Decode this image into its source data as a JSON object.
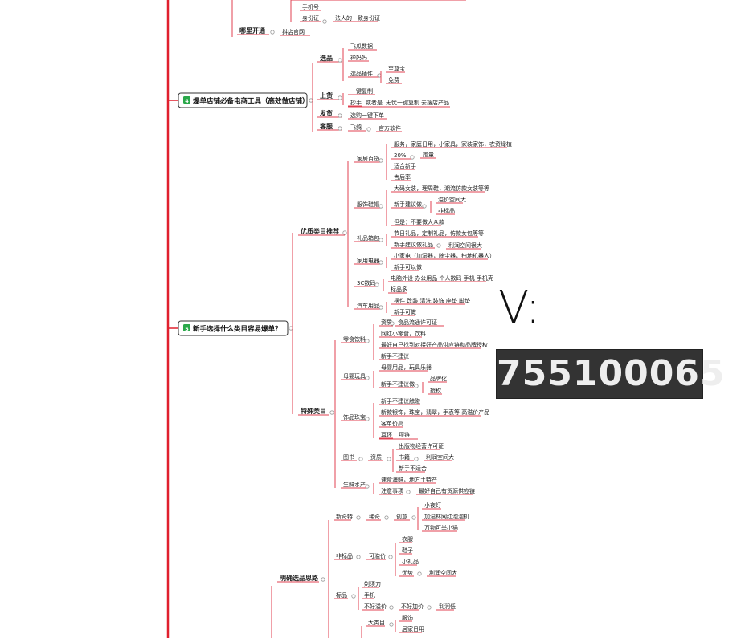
{
  "trunk_color": "#e0202e",
  "line_color": "#e04050",
  "branch_badge_color": "#2aa84a",
  "top": {
    "leaves": [
      "手机号",
      "身份证",
      "法人的一致身份证"
    ],
    "where": "哪里开通",
    "where_val": "抖店官网"
  },
  "section4": {
    "badge": "4",
    "title": "爆单店铺必备电商工具（高效做店铺）",
    "xuanpin": "选品",
    "feigua": "飞瓜数据",
    "chanmama": "禅妈妈",
    "plugin": "选品插件",
    "zhizun": "至尊宝",
    "mianfei": "免费",
    "shanghuo": "上货",
    "yijian": "一键复制",
    "chaoshou": "抄手",
    "huozhe": "或者是",
    "wuyou": "无忧一键复制",
    "qusou": "去搜店产品",
    "fahuo": "发货",
    "xuanhuo": "选购一键下单",
    "kefu": "客服",
    "feige": "飞鸽",
    "guanfang": "官方软件"
  },
  "section5": {
    "badge": "5",
    "title": "新手选择什么类目容易爆单？",
    "youzhi": "优质类目推荐",
    "jiaju": "家居百货",
    "j1": "服务，家庭日用，小家具，家装家饰，农资绿植",
    "j2": "20%",
    "j2b": "跑量",
    "j3": "适合新手",
    "j4": "售后率",
    "fushi": "服饰鞋帽",
    "f1": "大码女装，理周鞋，潮流仿款女装等等",
    "f2": "新手建议做",
    "f2a": "溢价空间大",
    "f2b": "非标品",
    "f3": "但是：不要做大众款",
    "lipin": "礼品箱包",
    "l1": "节日礼品，定制礼品，仿款女包等等",
    "l2": "新手建议做礼品",
    "l2b": "利润空间很大",
    "jiayong": "家用电器",
    "d1": "小家电（加湿器，除尘器，扫地机器人）",
    "d2": "新手可以做",
    "shuma": "3C数码",
    "s1": "电脑外设 办公用品 个人数码 手机 手机壳",
    "s2": "标品多",
    "qiche": "汽车用品",
    "q1": "摆件 改装 清洗 装饰 座垫 脚垫",
    "q2": "新手可做",
    "teshu": "特殊类目",
    "lingshi": "零食饮料",
    "ls1": "资质",
    "ls1b": "食品流通许可证",
    "ls2": "网红小零食，饮料",
    "ls3": "最好自己找到对接好产品供应链和品牌授权",
    "ls4": "新手不建议",
    "muying": "母婴玩具",
    "m1": "母婴用品，玩具乐器",
    "m2": "新手不建议做",
    "m2a": "品牌化",
    "m2b": "授权",
    "shipin": "饰品珠宝",
    "sp1": "新手不建议触碰",
    "sp2": "新款银饰，珠宝，翡翠，手表等 高溢价产品",
    "sp3": "客单价高",
    "sp4": "耳环",
    "sp4b": "项链",
    "tushu": "图书",
    "ts1": "资质",
    "ts1a": "出版物经营许可证",
    "ts1b": "书籍",
    "ts1c": "利润空间大",
    "ts1d": "新手不适合",
    "shengxian": "生鲜水产",
    "sx1": "速食海鲜，地方土特产",
    "sx2": "注意事项",
    "sx2b": "最好自己有货源供应链"
  },
  "section6": {
    "mingque": "明确选品思路",
    "xinqi": "新奇特",
    "xiqi": "稀奇",
    "chuangyi": "创意",
    "cy1": "小夜灯",
    "cy2": "加湿林网红泡泡机",
    "cy3": "万物可举小猫",
    "feibiao": "非标品",
    "keyijia": "可溢价",
    "fb1": "衣服",
    "fb2": "鞋子",
    "fb3": "小礼品",
    "fb4": "优势",
    "fb4b": "利润空间大",
    "biaopin": "标品",
    "bp1": "剃须刀",
    "bp2": "手机",
    "bp3": "不好溢价",
    "bp3a": "不好加价",
    "bp3b": "利润低",
    "daleimu": "大类目",
    "dl1": "服饰",
    "dl2": "居家日用"
  },
  "watermark": {
    "prefix": "V:",
    "number": "755100065"
  }
}
